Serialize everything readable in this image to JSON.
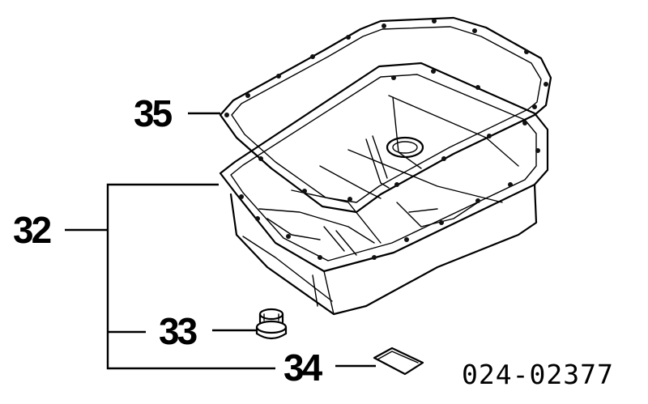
{
  "labels": {
    "oil_pan_gasket": "35",
    "oil_pan_assembly": "32",
    "drain_plug": "33",
    "gasket_seal": "34"
  },
  "reference_code": "024-02377"
}
